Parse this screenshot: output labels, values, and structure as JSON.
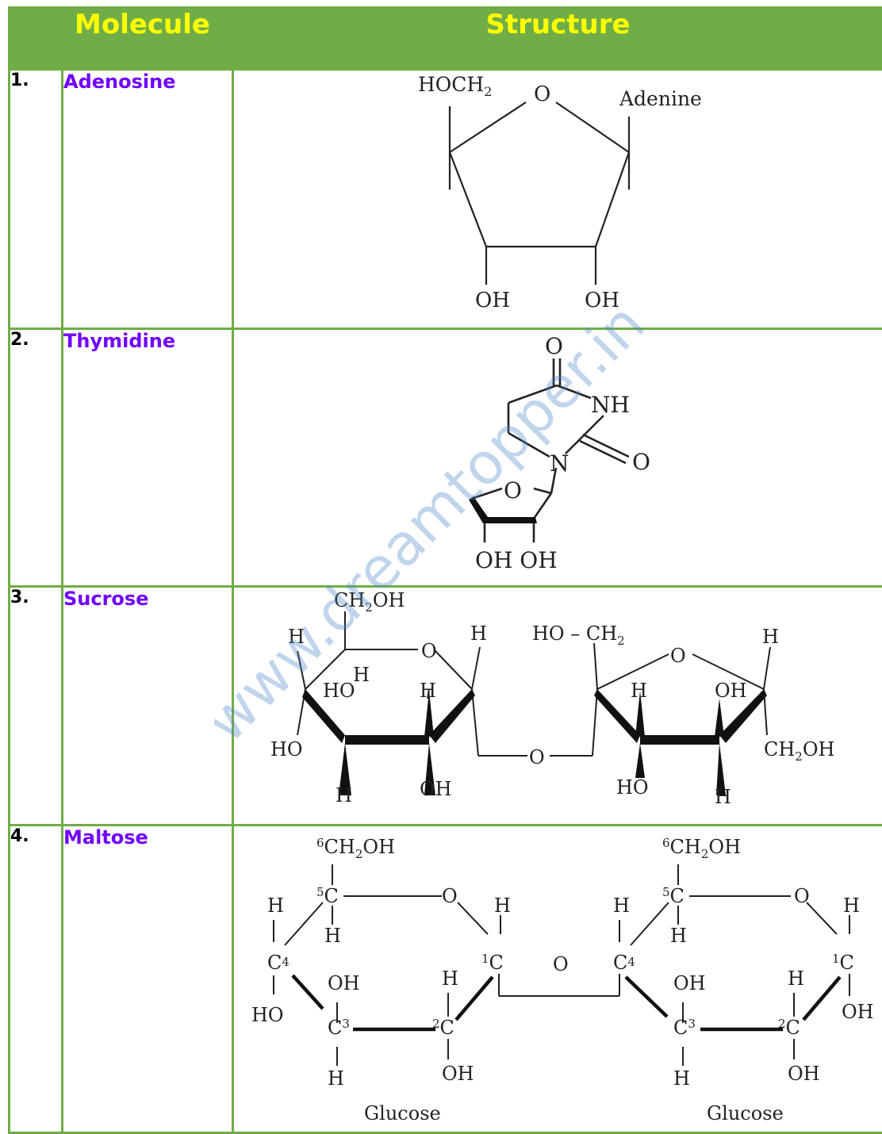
{
  "header": {
    "col_index": "",
    "col_molecule": "Molecule",
    "col_structure": "Structure"
  },
  "rows": [
    {
      "num": "1.",
      "name": "Adenosine",
      "labels": {
        "hoch2": "HOCH",
        "hoch2_sub": "2",
        "o": "O",
        "adenine": "Adenine",
        "oh1": "OH",
        "oh2": "OH"
      }
    },
    {
      "num": "2.",
      "name": "Thymidine",
      "labels": {
        "o_top": "O",
        "nh": "NH",
        "o_right": "O",
        "n": "N",
        "o_ring": "O",
        "ohoh": "OH OH"
      }
    },
    {
      "num": "3.",
      "name": "Sucrose",
      "labels": {
        "ch2oh_top": "CH",
        "ch2oh_top_sub": "2",
        "ch2oh_top_end": "OH",
        "h1": "H",
        "o1": "O",
        "h2": "H",
        "h3": "H",
        "ho1": "HO",
        "h4": "H",
        "ho2": "HO",
        "h5": "H",
        "oh1": "OH",
        "o_link": "O",
        "ho_ch2": "HO – CH",
        "ho_ch2_sub": "2",
        "o2": "O",
        "h6": "H",
        "h7": "H",
        "oh2": "OH",
        "ch2oh_r": "CH",
        "ch2oh_r_sub": "2",
        "ch2oh_r_end": "OH",
        "ho3": "HO",
        "h8": "H"
      }
    },
    {
      "num": "4.",
      "name": "Maltose",
      "labels": {
        "ch2oh": "CH",
        "ch2oh_sub": "2",
        "ch2oh_end": "OH",
        "six": "6",
        "five": "5",
        "c": "C",
        "o": "O",
        "h": "H",
        "oh": "OH",
        "ho": "HO",
        "four": "4",
        "three": "3",
        "two": "2",
        "one": "1",
        "link_o": "O",
        "glucose_left": "Glucose",
        "glucose_right": "Glucose"
      }
    }
  ],
  "watermark": "www.dreamtopper.in"
}
